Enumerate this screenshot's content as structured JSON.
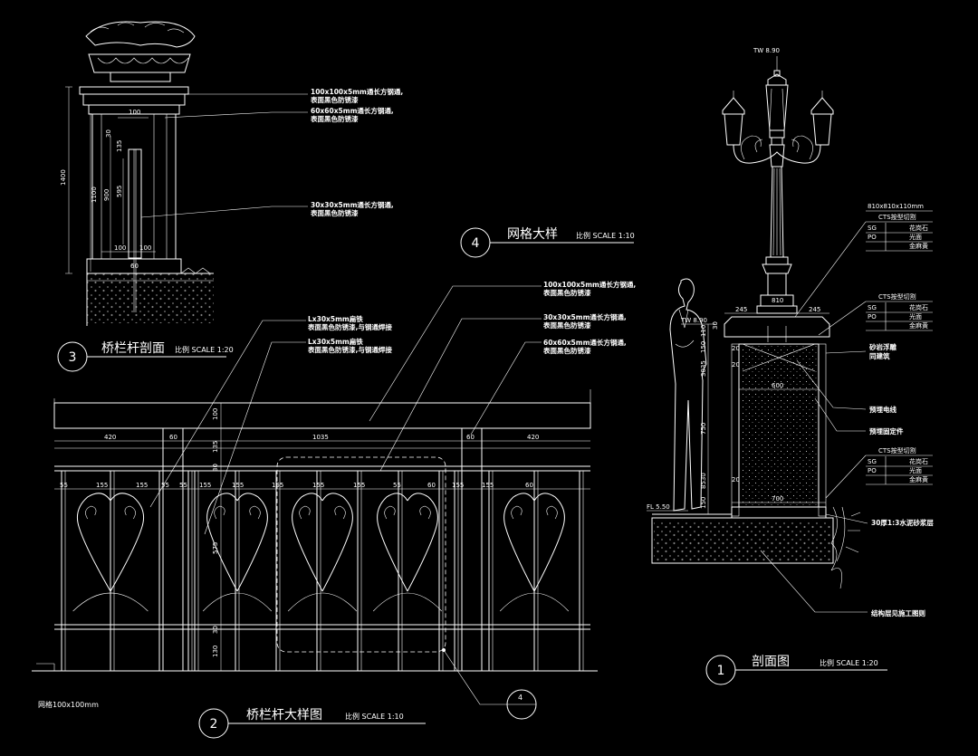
{
  "sections": {
    "s3": {
      "number": "3",
      "title": "桥栏杆剖面",
      "scale": "比例 SCALE 1:20"
    },
    "s4": {
      "number": "4",
      "title": "网格大样",
      "scale": "比例 SCALE 1:10"
    },
    "s2": {
      "number": "2",
      "title": "桥栏杆大样图",
      "scale": "比例 SCALE 1:10"
    },
    "s1": {
      "number": "1",
      "title": "剖面图",
      "scale": "比例 SCALE 1:20"
    }
  },
  "grid_note": "网格100x100mm",
  "callout_ref": "4",
  "s3_notes": [
    {
      "line1": "100x100x5mm通长方钢通,",
      "line2": "表面黑色防锈漆"
    },
    {
      "line1": "60x60x5mm通长方钢通,",
      "line2": "表面黑色防锈漆"
    },
    {
      "line1": "30x30x5mm通长方钢通,",
      "line2": "表面黑色防锈漆"
    }
  ],
  "s3_dims": {
    "height_total": "1400",
    "h1100": "1100",
    "h900": "900",
    "h595": "595",
    "h135": "135",
    "h30": "30",
    "top100": "100",
    "w100a": "100",
    "w100b": "100",
    "w60": "60"
  },
  "s2_notes_left": [
    {
      "line1": "Lx30x5mm扁铁",
      "line2": "表面黑色防锈漆,与钢通焊接"
    },
    {
      "line1": "Lx30x5mm扁铁",
      "line2": "表面黑色防锈漆,与钢通焊接"
    }
  ],
  "s2_notes_right": [
    {
      "line1": "100x100x5mm通长方钢通,",
      "line2": "表面黑色防锈漆"
    },
    {
      "line1": "30x30x5mm通长方钢通,",
      "line2": "表面黑色防锈漆"
    },
    {
      "line1": "60x60x5mm通长方钢通,",
      "line2": "表面黑色防锈漆"
    }
  ],
  "s2_dims": {
    "w420a": "420",
    "w60a": "60",
    "w1035": "1035",
    "w60b": "60",
    "w420b": "420",
    "pickets": [
      "55",
      "155",
      "155",
      "55",
      "55",
      "155",
      "155",
      "155",
      "155",
      "155",
      "55",
      "60",
      "155",
      "155",
      "60"
    ],
    "v100": "100",
    "v135": "135",
    "v30a": "30",
    "v575": "575",
    "v30b": "30",
    "v130": "130"
  },
  "s1_notes": {
    "top_elev": "TW 8.90",
    "cap_dim": "810x810x110mm",
    "cts1": "CTS按型切割",
    "cts1_rows": [
      [
        "SG",
        "花岗石"
      ],
      [
        "PO",
        "光面"
      ],
      [
        "",
        "金麻黄"
      ]
    ],
    "cts2": "CTS按型切割",
    "cts2_rows": [
      [
        "SG",
        "花岗石"
      ],
      [
        "PO",
        "光面"
      ],
      [
        "",
        "金麻黄"
      ]
    ],
    "sand": "砂岩浮雕",
    "sand2": "同建筑",
    "cable": "预埋电线",
    "anchor": "预埋固定件",
    "cts3": "CTS按型切割",
    "cts3_rows": [
      [
        "SG",
        "花岗石"
      ],
      [
        "PO",
        "光面"
      ],
      [
        "",
        "金麻黄"
      ]
    ],
    "mortar": "30厚1:3水泥砂浆层",
    "structure": "结构层见施工图则",
    "left_elev": "TW 8.90",
    "floor_elev": "FL 5.50"
  },
  "s1_dims": {
    "w810": "810",
    "w245a": "245",
    "w245b": "245",
    "w600": "600",
    "w700": "700",
    "h110": "110",
    "h150": "150",
    "h20a": "20",
    "h3035": "3035",
    "h750": "750",
    "h20b": "20",
    "h8530": "8530",
    "h150b": "150",
    "h20c": "20",
    "h30": "30"
  }
}
